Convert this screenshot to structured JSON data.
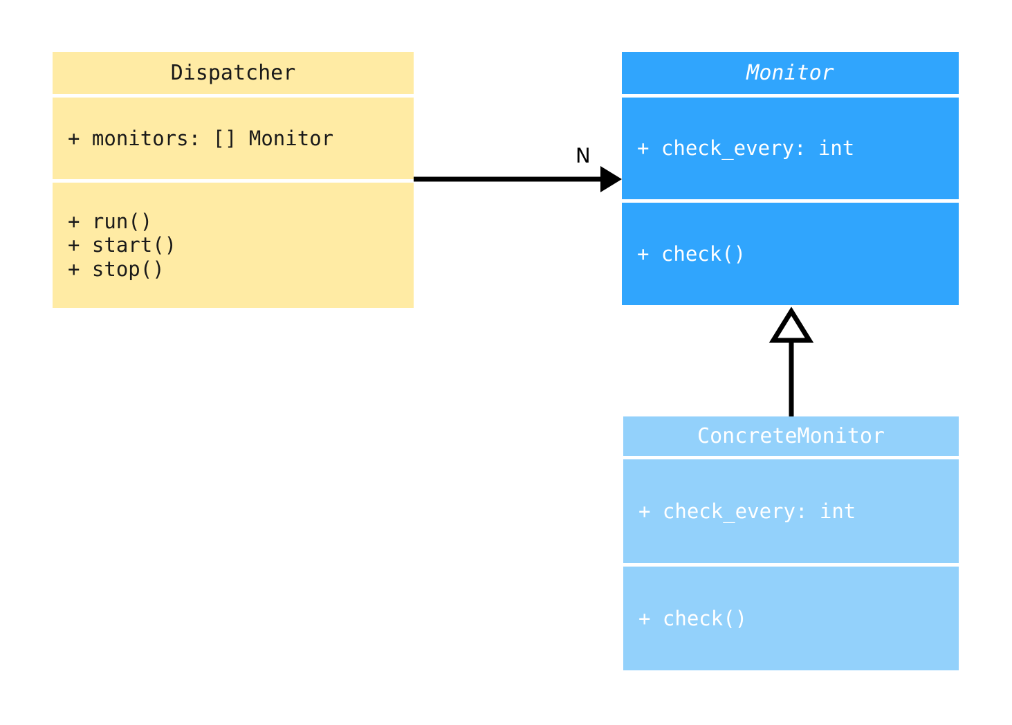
{
  "diagram": {
    "type": "uml-class-diagram",
    "background": "#ffffff",
    "classes": [
      {
        "id": "dispatcher",
        "name": "Dispatcher",
        "abstract": false,
        "fill": "#ffeba4",
        "text_color": "#1a1a1a",
        "attributes": [
          "+ monitors: [] Monitor"
        ],
        "methods": [
          "+ run()",
          "+ start()",
          "+ stop()"
        ]
      },
      {
        "id": "monitor",
        "name": "Monitor",
        "abstract": true,
        "fill": "#30a5fd",
        "text_color": "#ffffff",
        "attributes": [
          "+ check_every: int"
        ],
        "methods": [
          "+ check()"
        ]
      },
      {
        "id": "concrete_monitor",
        "name": "ConcreteMonitor",
        "abstract": false,
        "fill": "#93d1fb",
        "text_color": "#ffffff",
        "attributes": [
          "+ check_every: int"
        ],
        "methods": [
          "+ check()"
        ]
      }
    ],
    "relationships": [
      {
        "id": "dispatcher-to-monitor",
        "kind": "association",
        "arrowhead": "filled-triangle",
        "from": "Dispatcher",
        "to": "Monitor",
        "label": "N",
        "stroke": "#000000"
      },
      {
        "id": "concrete-monitor-to-monitor",
        "kind": "generalization",
        "arrowhead": "hollow-triangle",
        "from": "ConcreteMonitor",
        "to": "Monitor",
        "label": "",
        "stroke": "#000000"
      }
    ]
  }
}
